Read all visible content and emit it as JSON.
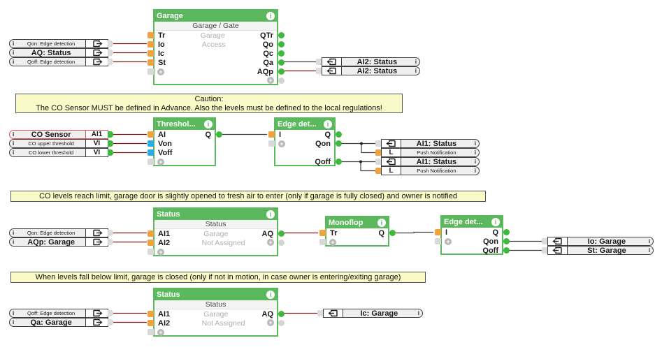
{
  "colors": {
    "block_green": "#5cb85c",
    "connector_orange": "#f0a23c",
    "connector_cyan": "#29abe2",
    "output_dot_green": "#3db93d",
    "wire_red": "#7a1416",
    "wire_dark": "#3f3f3f",
    "banner_bg": "#fafac8",
    "ref_bg": "#efefef",
    "ref_border_red": "#e05757"
  },
  "icons": {
    "info": "i",
    "plus": "+"
  },
  "banners": {
    "caution": {
      "line1": "Caution:",
      "line2": "The CO Sensor MUST be defined in Advance. Also the levels must be defined to the local regulations!"
    },
    "co_limit": {
      "line1": "CO levels reach limit, garage door is slightly opened to fresh air to enter (only if garage is fully closed) and owner is notified"
    },
    "levels_fall": {
      "line1": "When levels fall below limit, garage is closed (only if not in motion, in case owner is entering/exiting garage)"
    }
  },
  "blocks": {
    "garage": {
      "title": "Garage",
      "subtitle": "Garage / Gate",
      "in1": "Tr",
      "in2": "Io",
      "in3": "Ic",
      "in4": "St",
      "c1": "Garage",
      "c2": "Access",
      "out1": "QTr",
      "out2": "Qo",
      "out3": "Qc",
      "out4": "Qa",
      "out5": "AQp"
    },
    "threshold": {
      "title": "Threshol...",
      "in1": "AI",
      "in2": "Von",
      "in3": "Voff",
      "out1": "Q"
    },
    "edge_top": {
      "title": "Edge det...",
      "in1": "I",
      "out1": "Q",
      "out2": "Qon",
      "out3": "Qoff"
    },
    "status_mid": {
      "title": "Status",
      "subtitle": "Status",
      "in1": "AI1",
      "in2": "AI2",
      "c1": "Garage",
      "c2": "Not Assigned",
      "out1": "AQ"
    },
    "monoflop": {
      "title": "Monoflop",
      "in1": "Tr",
      "out1": "Q"
    },
    "edge_mid": {
      "title": "Edge det...",
      "in1": "I",
      "out1": "Q",
      "out2": "Qon",
      "out3": "Qoff"
    },
    "status_bottom": {
      "title": "Status",
      "subtitle": "Status",
      "in1": "AI1",
      "in2": "AI2",
      "c1": "Garage",
      "c2": "Not Assigned",
      "out1": "AQ"
    }
  },
  "refs": {
    "qon_edge_top": {
      "label": "Qon: Edge detection"
    },
    "aq_status": {
      "label": "AQ: Status"
    },
    "qoff_edge_top": {
      "label": "Qoff: Edge detection"
    },
    "ai2_status_1": {
      "label": "AI2: Status"
    },
    "ai2_status_2": {
      "label": "AI2: Status"
    },
    "co_sensor": {
      "label": "CO Sensor",
      "port": "AI1"
    },
    "co_upper": {
      "label": "CO upper threshold",
      "port": "VI"
    },
    "co_lower": {
      "label": "CO lower threshold",
      "port": "VI"
    },
    "ai1_status_1": {
      "label": "AI1: Status"
    },
    "push_1": {
      "label": "Push Notification",
      "port": "L"
    },
    "ai1_status_2": {
      "label": "AI1: Status"
    },
    "push_2": {
      "label": "Push Notification",
      "port": "L"
    },
    "qon_edge_mid": {
      "label": "Qon: Edge detection"
    },
    "aqp_garage": {
      "label": "AQp: Garage"
    },
    "io_garage": {
      "label": "Io: Garage"
    },
    "st_garage": {
      "label": "St: Garage"
    },
    "qoff_edge_bot": {
      "label": "Qoff: Edge detection"
    },
    "qa_garage": {
      "label": "Qa: Garage"
    },
    "ic_garage": {
      "label": "Ic: Garage"
    }
  }
}
